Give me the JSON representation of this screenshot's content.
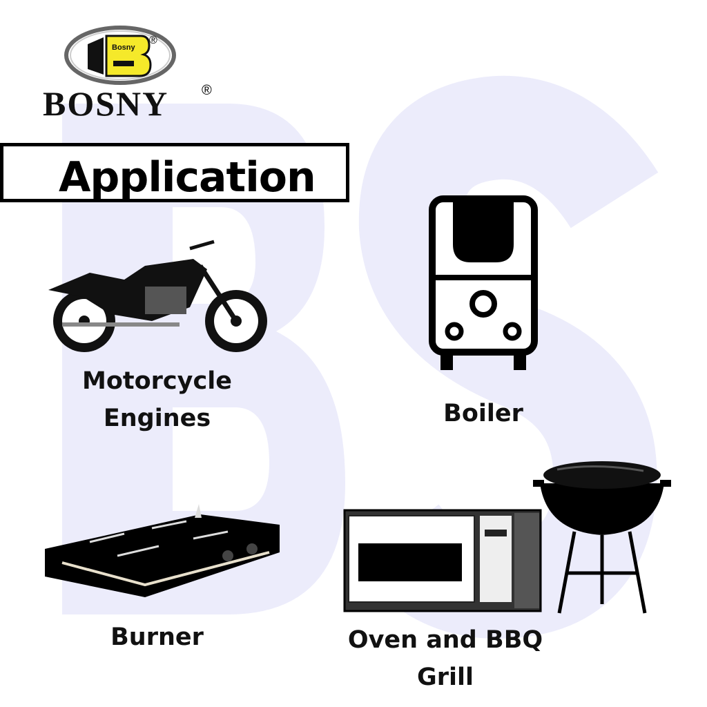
{
  "brand": {
    "name": "BOSNY",
    "emblem_text": "BOSNY",
    "registered": "®"
  },
  "watermark": "BS",
  "title": "Application",
  "applications": [
    {
      "label_line1": "Motorcycle",
      "label_line2": "Engines",
      "icon": "motorcycle-icon"
    },
    {
      "label_line1": "Boiler",
      "icon": "boiler-icon"
    },
    {
      "label_line1": "Burner",
      "icon": "gas-stove-icon"
    },
    {
      "label_line1": "Oven and BBQ",
      "label_line2": "Grill",
      "icon": "microwave-and-grill-icon"
    }
  ],
  "colors": {
    "watermark": "#ececfb",
    "logo_yellow": "#f5e92a"
  }
}
